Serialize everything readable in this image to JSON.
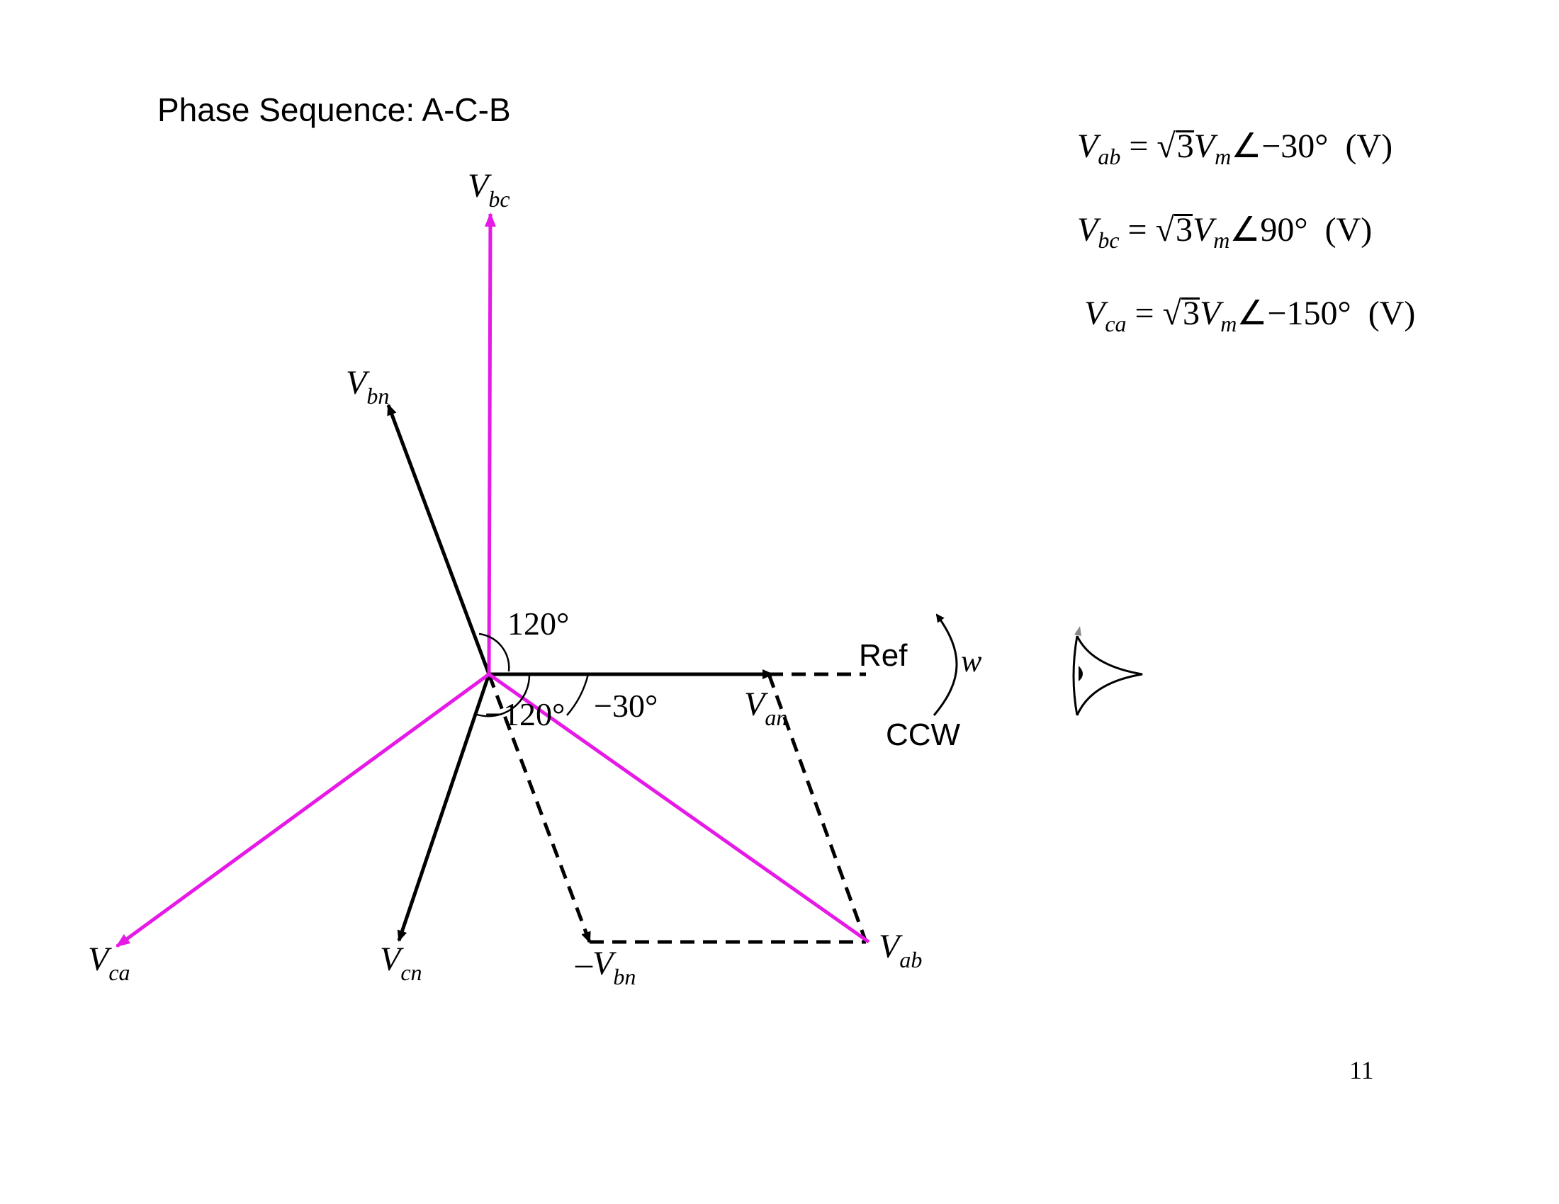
{
  "title": "Phase Sequence: A-C-B",
  "equations": [
    {
      "var": "V",
      "sub": "ab",
      "eq": "=",
      "root": "3",
      "mag": "V",
      "mag_sub": "m",
      "angle": "∠−30°",
      "unit": "(V)"
    },
    {
      "var": "V",
      "sub": "bc",
      "eq": "=",
      "root": "3",
      "mag": "V",
      "mag_sub": "m",
      "angle": "∠90°",
      "unit": "(V)"
    },
    {
      "var": "V",
      "sub": "ca",
      "eq": "=",
      "root": "3",
      "mag": "V",
      "mag_sub": "m",
      "angle": "∠−150°",
      "unit": "(V)"
    }
  ],
  "phasors": {
    "bc": {
      "main": "V",
      "sub": "bc"
    },
    "bn": {
      "main": "V",
      "sub": "bn"
    },
    "an": {
      "main": "V",
      "sub": "an"
    },
    "ca": {
      "main": "V",
      "sub": "ca"
    },
    "cn": {
      "main": "V",
      "sub": "cn"
    },
    "neg_bn": {
      "main": "–V",
      "sub": "bn"
    },
    "ab": {
      "main": "V",
      "sub": "ab"
    }
  },
  "angle_labels": {
    "a120": "120°",
    "am120": "−120°",
    "am30": "−30°"
  },
  "rotation": {
    "ref": "Ref",
    "omega": "w",
    "direction": "CCW"
  },
  "page_number": "11",
  "colors": {
    "line_voltage": "#e619e6",
    "phase_voltage": "#000000"
  }
}
